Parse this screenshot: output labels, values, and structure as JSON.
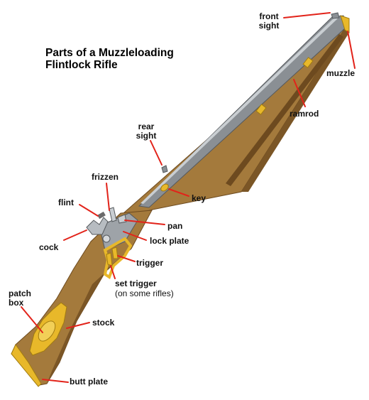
{
  "title": {
    "line1": "Parts of a Muzzleloading",
    "line2": "Flintlock Rifle"
  },
  "labels": {
    "front_sight": [
      "front",
      "sight"
    ],
    "muzzle": "muzzle",
    "ramrod": "ramrod",
    "rear_sight": [
      "rear",
      "sight"
    ],
    "frizzen": "frizzen",
    "key": "key",
    "flint": "flint",
    "pan": "pan",
    "lock_plate": "lock plate",
    "cock": "cock",
    "trigger": "trigger",
    "set_trigger": "set trigger",
    "set_trigger_note": "(on some rifles)",
    "patch_box": [
      "patch",
      "box"
    ],
    "stock": "stock",
    "butt_plate": "butt plate"
  },
  "colors": {
    "leader_line": "#e2231a",
    "wood": "#a47a3c",
    "wood_dark": "#7b5626",
    "barrel": "#8a8f94",
    "brass": "#e8b82a"
  }
}
